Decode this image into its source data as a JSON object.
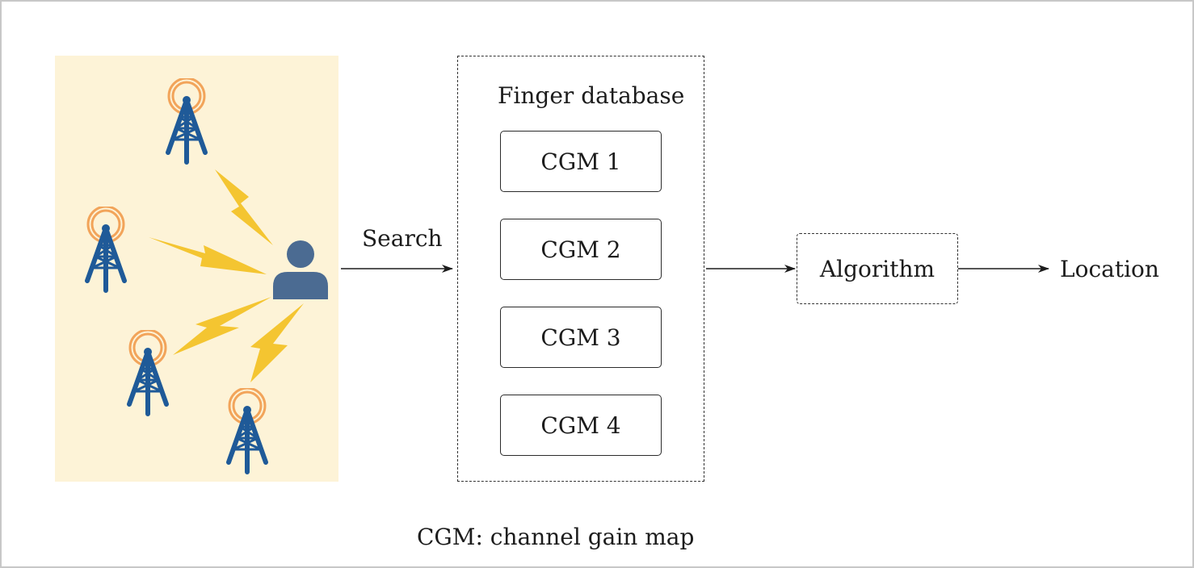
{
  "scene": {
    "towers": [
      "tower-icon",
      "tower-icon",
      "tower-icon",
      "tower-icon"
    ],
    "user": "user-icon",
    "signals": [
      "lightning-bolt-icon",
      "lightning-bolt-icon",
      "lightning-bolt-icon",
      "lightning-bolt-icon"
    ]
  },
  "labels": {
    "search": "Search",
    "database_title": "Finger database",
    "algorithm": "Algorithm",
    "location": "Location",
    "footnote": "CGM: channel gain map"
  },
  "database": {
    "items": [
      "CGM 1",
      "CGM 2",
      "CGM 3",
      "CGM 4"
    ]
  },
  "colors": {
    "scene_background": "#fdf3d7",
    "tower": "#1f5a98",
    "tower_waves": "#f2a45a",
    "lightning": "#f4c531",
    "user": "#4b6b92"
  }
}
